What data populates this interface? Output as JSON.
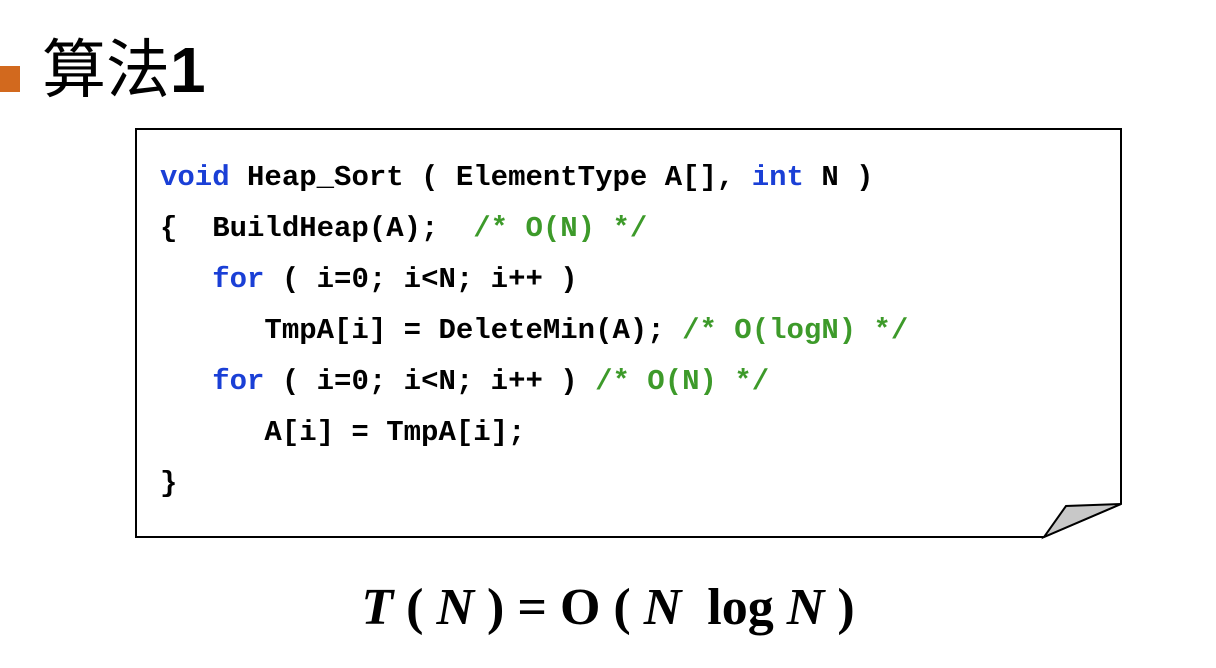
{
  "title": {
    "text": "算法",
    "number": "1"
  },
  "code": {
    "lines": [
      [
        {
          "t": "void",
          "c": "kw"
        },
        {
          "t": " Heap_Sort ( ElementType A[], ",
          "c": ""
        },
        {
          "t": "int",
          "c": "kw"
        },
        {
          "t": " N )",
          "c": ""
        }
      ],
      [
        {
          "t": "{  BuildHeap(A);  ",
          "c": ""
        },
        {
          "t": "/* O(N) */",
          "c": "cm"
        }
      ],
      [
        {
          "t": "   ",
          "c": ""
        },
        {
          "t": "for",
          "c": "kw"
        },
        {
          "t": " ( i=0; i<N; i++ )",
          "c": ""
        }
      ],
      [
        {
          "t": "      TmpA[i] = DeleteMin(A); ",
          "c": ""
        },
        {
          "t": "/* O(logN) */",
          "c": "cm"
        }
      ],
      [
        {
          "t": "   ",
          "c": ""
        },
        {
          "t": "for",
          "c": "kw"
        },
        {
          "t": " ( i=0; i<N; i++ ) ",
          "c": ""
        },
        {
          "t": "/* O(N) */",
          "c": "cm"
        }
      ],
      [
        {
          "t": "      A[i] = TmpA[i];",
          "c": ""
        }
      ],
      [
        {
          "t": "}",
          "c": ""
        }
      ]
    ]
  },
  "formula": {
    "parts": [
      {
        "t": "T",
        "s": "it"
      },
      {
        "t": " ( ",
        "s": ""
      },
      {
        "t": "N",
        "s": "it"
      },
      {
        "t": " ) = O ( ",
        "s": ""
      },
      {
        "t": "N",
        "s": "it"
      },
      {
        "t": "  log ",
        "s": ""
      },
      {
        "t": "N",
        "s": "it"
      },
      {
        "t": " )",
        "s": ""
      }
    ]
  },
  "colors": {
    "bullet": "#d2691e",
    "keyword": "#1a3fd6",
    "comment": "#3d9a2a",
    "note_fold": "#c8c8c8"
  }
}
